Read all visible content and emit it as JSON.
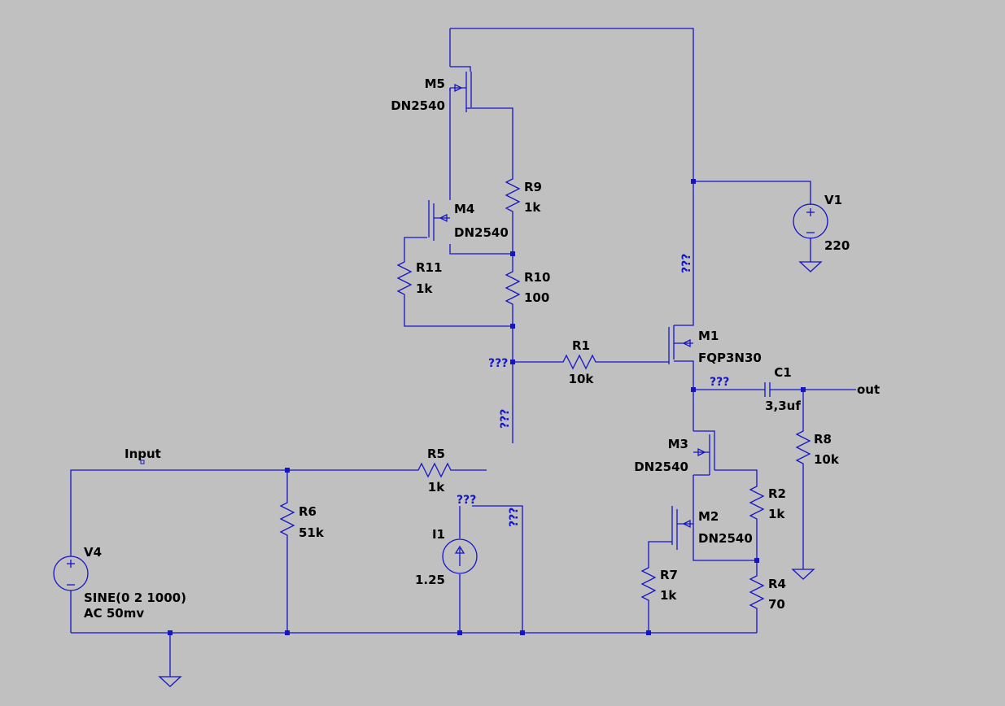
{
  "components": {
    "m5": {
      "ref": "M5",
      "value": "DN2540"
    },
    "m4": {
      "ref": "M4",
      "value": "DN2540"
    },
    "m1": {
      "ref": "M1",
      "value": "FQP3N30"
    },
    "m3": {
      "ref": "M3",
      "value": "DN2540"
    },
    "m2": {
      "ref": "M2",
      "value": "DN2540"
    },
    "r9": {
      "ref": "R9",
      "value": "1k"
    },
    "r11": {
      "ref": "R11",
      "value": "1k"
    },
    "r10": {
      "ref": "R10",
      "value": "100"
    },
    "r1": {
      "ref": "R1",
      "value": "10k"
    },
    "r5": {
      "ref": "R5",
      "value": "1k"
    },
    "r6": {
      "ref": "R6",
      "value": "51k"
    },
    "r8": {
      "ref": "R8",
      "value": "10k"
    },
    "r2": {
      "ref": "R2",
      "value": "1k"
    },
    "r7": {
      "ref": "R7",
      "value": "1k"
    },
    "r4": {
      "ref": "R4",
      "value": "70"
    },
    "c1": {
      "ref": "C1",
      "value": "3,3uf"
    },
    "v1": {
      "ref": "V1",
      "value": "220"
    },
    "v4": {
      "ref": "V4",
      "value": "SINE(0 2 1000)",
      "value2": "AC 50mv"
    },
    "i1": {
      "ref": "I1",
      "value": "1.25"
    }
  },
  "nets": {
    "input": "Input",
    "out": "out",
    "unknown": "???"
  }
}
